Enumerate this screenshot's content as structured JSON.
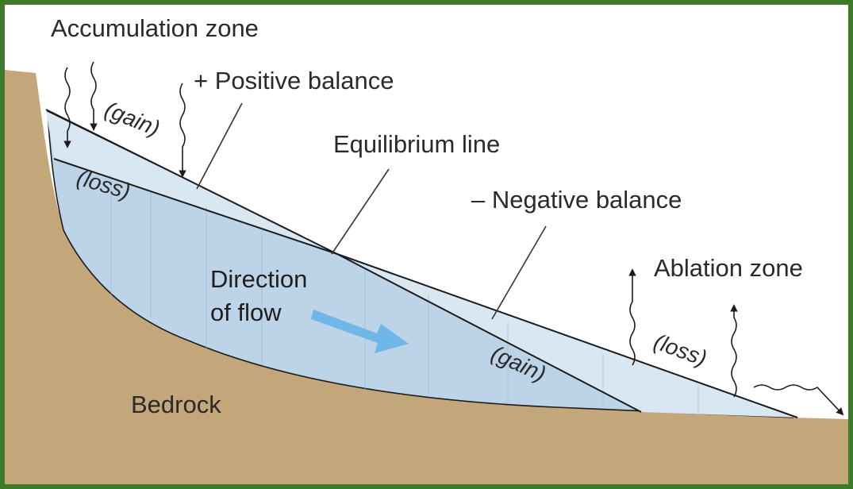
{
  "colors": {
    "frame": "#3f7a2a",
    "bedrock": "#c3a679",
    "ice_main": "#bcd3e8",
    "ice_wedge": "#d9e7f3",
    "flow_arrow": "#6fb7e6"
  },
  "labels": {
    "accumulation_zone": "Accumulation zone",
    "positive_balance": "+ Positive balance",
    "equilibrium_line": "Equilibrium line",
    "negative_balance": "– Negative balance",
    "ablation_zone": "Ablation zone",
    "gain_upper": "(gain)",
    "loss_upper": "(loss)",
    "gain_lower": "(gain)",
    "loss_lower": "(loss)",
    "direction_line1": "Direction",
    "direction_line2": "of flow",
    "bedrock": "Bedrock"
  },
  "icons": {
    "downward_arrows": "arrow-down-icon",
    "upward_arrows": "arrow-up-icon",
    "flow_arrow": "arrow-right-icon"
  }
}
